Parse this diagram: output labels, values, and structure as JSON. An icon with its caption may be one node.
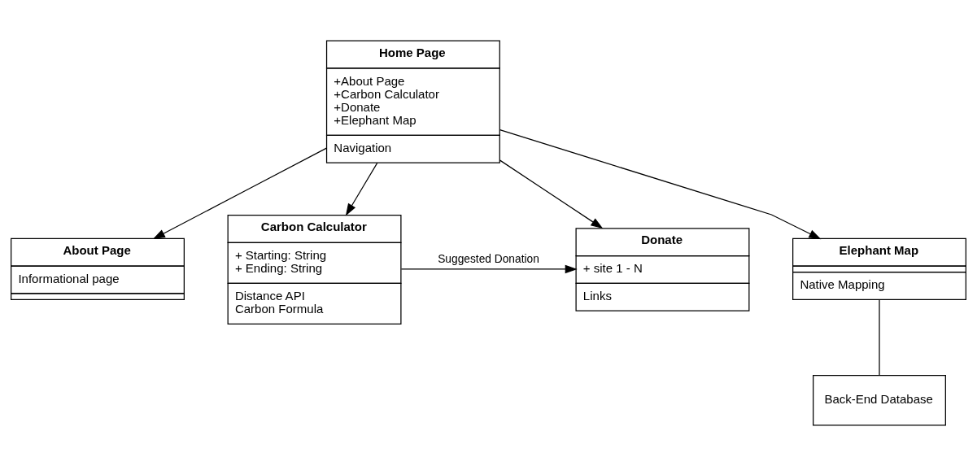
{
  "diagram": {
    "nodes": [
      {
        "text": [
          "Home Page",
          "+About Page",
          "+Carbon Calculator",
          "+Donate",
          "+Elephant Map",
          "Navigation"
        ]
      },
      {
        "text": [
          "About Page",
          "Informational page"
        ]
      },
      {
        "text": [
          "Carbon Calculator",
          "+ Starting: String",
          "+ Ending: String",
          "Distance API",
          "Carbon Formula"
        ]
      },
      {
        "text": [
          "Donate",
          "+ site 1 - N",
          "Links"
        ]
      },
      {
        "text": [
          "Elephant Map",
          "Native Mapping"
        ]
      },
      {
        "text": [
          "Back-End Database"
        ]
      }
    ],
    "edges": [
      {
        "from": 0,
        "to": 1,
        "arrow": "to"
      },
      {
        "from": 0,
        "to": 2,
        "arrow": "to"
      },
      {
        "from": 0,
        "to": 3,
        "arrow": "to"
      },
      {
        "from": 0,
        "to": 4,
        "arrow": "to"
      },
      {
        "from": 2,
        "to": 3,
        "arrow": "to",
        "label": "Suggested Donation"
      },
      {
        "from": 4,
        "to": 5,
        "arrow": "none"
      }
    ]
  }
}
